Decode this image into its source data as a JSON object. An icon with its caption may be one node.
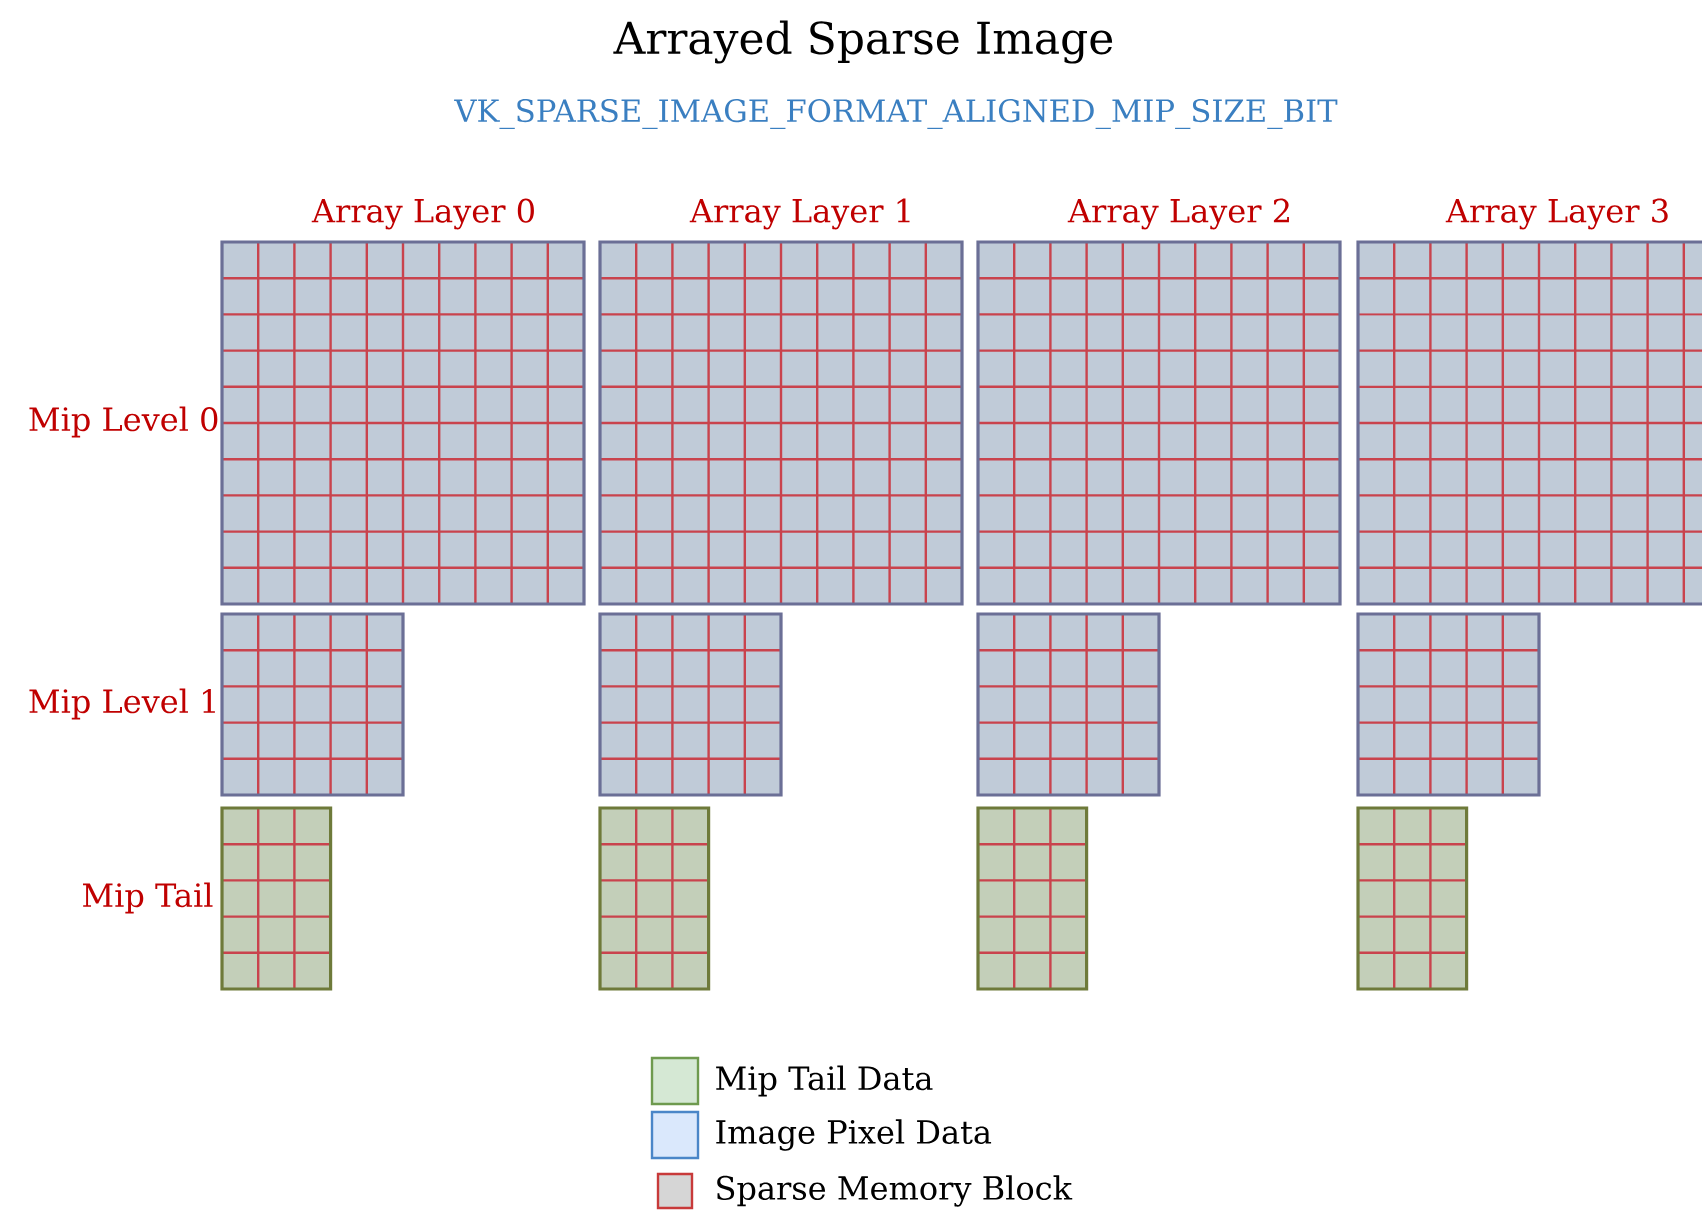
{
  "diagram": {
    "title": "Arrayed Sparse Image",
    "caption": "VK_SPARSE_IMAGE_FORMAT_ALIGNED_MIP_SIZE_BIT",
    "labels": [
      "Array Layer 0",
      "Array Layer 1",
      "Array Layer 2",
      "Array Layer 3",
      "Mip Level 0",
      "Mip Level 1",
      "Mip Tail"
    ],
    "legend": [
      {
        "text": "Mip Tail Data",
        "color": "#d5e8d4"
      },
      {
        "text": "Image Pixel Data",
        "color": "#dae8fc"
      },
      {
        "text": "Sparse Memory Block",
        "color": "#d6d6d6"
      }
    ]
  }
}
